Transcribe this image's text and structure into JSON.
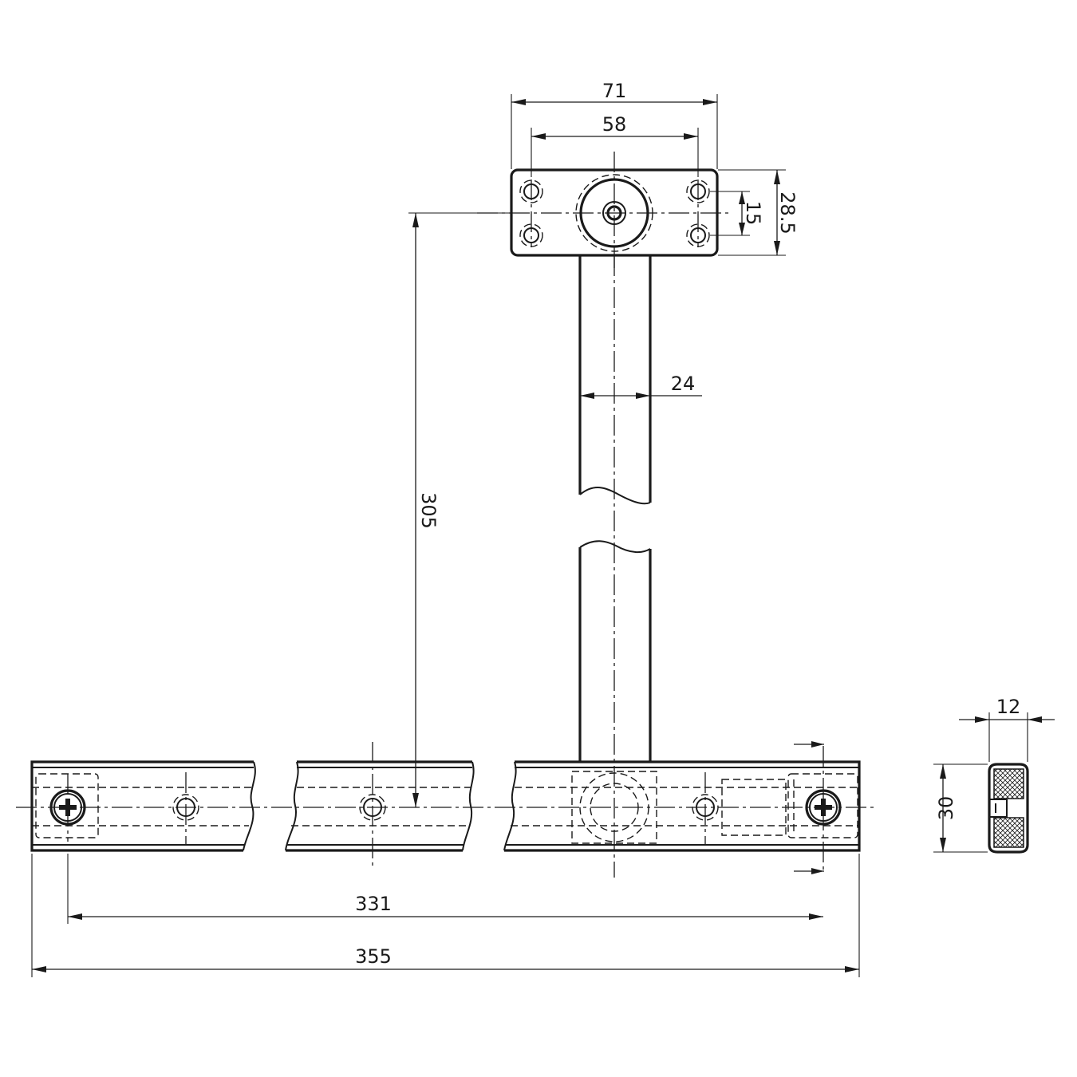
{
  "dimensions": {
    "flange_width": "71",
    "hole_spacing_horizontal": "58",
    "flange_height": "28.5",
    "hole_spacing_vertical": "15",
    "tube_diameter": "24",
    "height": "305",
    "screw_spacing": "331",
    "overall_length": "355",
    "profile_thickness": "12",
    "profile_height": "30"
  },
  "colors": {
    "line": "#1a1a1a",
    "background": "#ffffff"
  },
  "icons": [
    "phillips-screw-icon",
    "screw-hole-icon"
  ]
}
